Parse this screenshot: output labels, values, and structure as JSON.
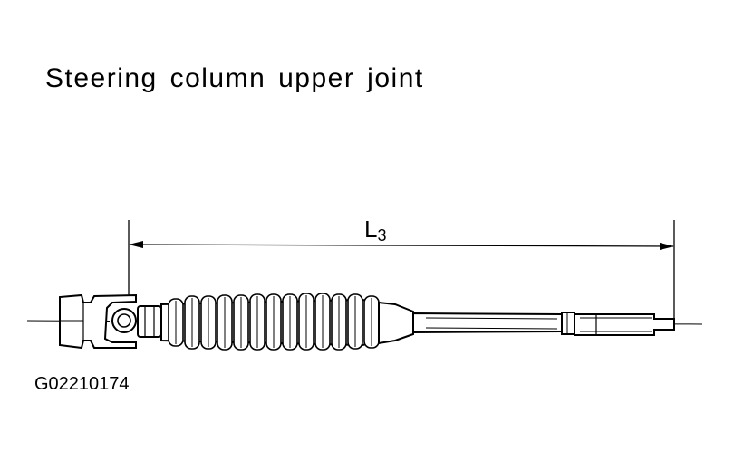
{
  "title": "Steering column upper joint",
  "dimension": {
    "letter": "L",
    "subscript": "3"
  },
  "figure_id": "G02210174"
}
